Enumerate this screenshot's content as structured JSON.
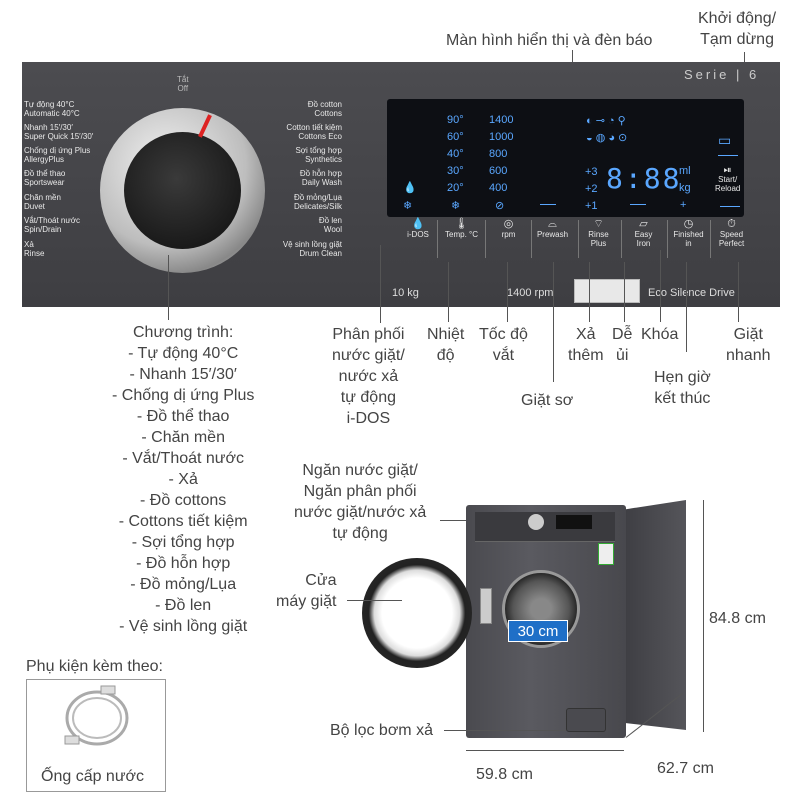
{
  "callouts": {
    "display": "Màn hình hiển thị và đèn báo",
    "start_1": "Khởi động/",
    "start_2": "Tạm dừng",
    "programs_title": "Chương trình:",
    "programs": [
      "- Tự động 40°C",
      "- Nhanh 15′/30′",
      "- Chống dị ứng Plus",
      "- Đồ thể thao",
      "- Chăn mền",
      "- Vắt/Thoát nước",
      "- Xả",
      "- Đồ cottons",
      "- Cottons tiết kiệm",
      "- Sợi tổng hợp",
      "- Đồ hỗn hợp",
      "- Đồ mỏng/Lụa",
      "- Đồ len",
      "- Vệ sinh lồng giặt"
    ],
    "idos": [
      "Phân phối",
      "nước giặt/",
      "nước xả",
      "tự động",
      "i-DOS"
    ],
    "temp": [
      "Nhiệt",
      "độ"
    ],
    "rpm": [
      "Tốc độ",
      "vắt"
    ],
    "prewash": "Giặt sơ",
    "rinse": [
      "Xả",
      "thêm"
    ],
    "iron": [
      "Dễ",
      "ủi"
    ],
    "lock": "Khóa",
    "finished": [
      "Hẹn giờ",
      "kết thúc"
    ],
    "speed": [
      "Giặt",
      "nhanh"
    ],
    "drawer": [
      "Ngăn nước giặt/",
      "Ngăn phân phối",
      "nước giặt/nước xả",
      "tự động"
    ],
    "door": [
      "Cửa",
      "máy giặt"
    ],
    "filter": "Bộ lọc bơm xả",
    "accessory_title": "Phụ kiện kèm theo:",
    "accessory_name": "Ống cấp nước",
    "door_size": "30 cm",
    "height": "84.8 cm",
    "width": "59.8 cm",
    "depth": "62.7 cm"
  },
  "panel": {
    "series": "Serie",
    "series_num": "6",
    "off_1": "Tắt",
    "off_2": "Off",
    "left_programs": [
      [
        "Tự động 40°C",
        "Automatic 40°C"
      ],
      [
        "Nhanh 15′/30′",
        "Super Quick 15′/30′"
      ],
      [
        "Chống dị ứng Plus",
        "AllergyPlus"
      ],
      [
        "Đồ thể thao",
        "Sportswear"
      ],
      [
        "Chăn mền",
        "Duvet"
      ],
      [
        "Vắt/Thoát nước",
        "Spin/Drain"
      ],
      [
        "Xả",
        "Rinse"
      ]
    ],
    "right_programs": [
      [
        "Đồ cotton",
        "Cottons"
      ],
      [
        "Cotton tiết kiệm",
        "Cottons Eco"
      ],
      [
        "Sợi tổng hợp",
        "Synthetics"
      ],
      [
        "Đồ hỗn hợp",
        "Daily Wash"
      ],
      [
        "Đồ mỏng/Lụa",
        "Delicates/Silk"
      ],
      [
        "Đồ len",
        "Wool"
      ],
      [
        "Vệ sinh lồng giặt",
        "Drum Clean"
      ]
    ],
    "temps": [
      "90°",
      "60°",
      "40°",
      "30°",
      "20°"
    ],
    "speeds": [
      "1400",
      "1000",
      "800",
      "600",
      "400"
    ],
    "plus": [
      "+3",
      "+2",
      "+1"
    ],
    "digits": "8:88",
    "unit_ml": "ml",
    "unit_kg": "kg",
    "start_1": "Start/",
    "start_2": "Reload",
    "capacity": "10 kg",
    "max_rpm": "1400 rpm",
    "eco": "Eco Silence Drive",
    "buttons": [
      [
        "i-DOS",
        ""
      ],
      [
        "Temp. °C",
        ""
      ],
      [
        "rpm",
        ""
      ],
      [
        "Prewash",
        ""
      ],
      [
        "Rinse",
        "Plus"
      ],
      [
        "Easy",
        "Iron"
      ],
      [
        "Finished",
        "in"
      ],
      [
        "Speed",
        "Perfect"
      ]
    ]
  },
  "colors": {
    "display_blue": "#5aa7ff",
    "panel": "#464649",
    "accent_red": "#d22"
  }
}
